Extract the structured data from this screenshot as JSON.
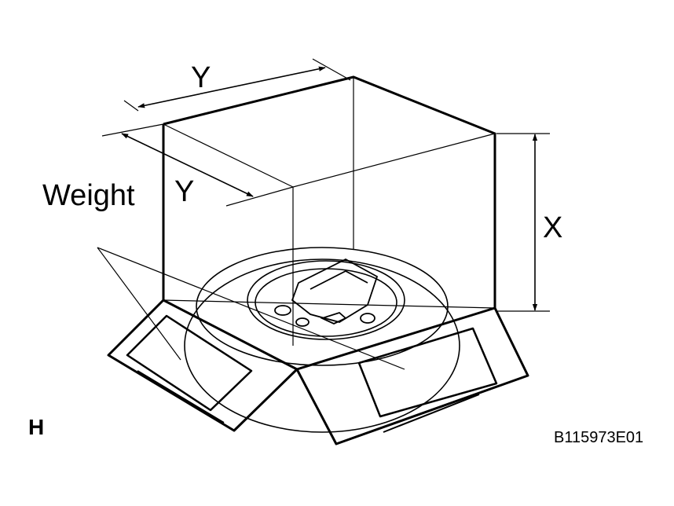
{
  "labels": {
    "dim_y_top": "Y",
    "dim_y_side": "Y",
    "dim_x": "X",
    "weight": "Weight",
    "section": "H",
    "figure_code": "B115973E01"
  },
  "colors": {
    "line": "#000000",
    "background": "#ffffff"
  }
}
